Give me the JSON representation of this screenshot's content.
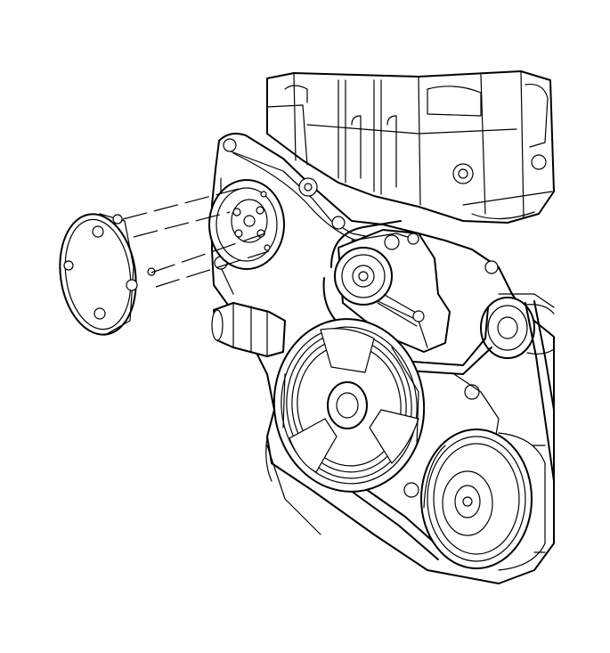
{
  "illustration": {
    "background": "#ffffff",
    "line_color": "#000000",
    "components": [
      "cylinder-head",
      "engine-front-cover",
      "water-pump-pulley",
      "water-pump-cover-plate",
      "drive-belt-tensioner",
      "idler-pulley",
      "crankshaft-balancer",
      "power-steering-pump-pulley",
      "drive-belt"
    ]
  }
}
